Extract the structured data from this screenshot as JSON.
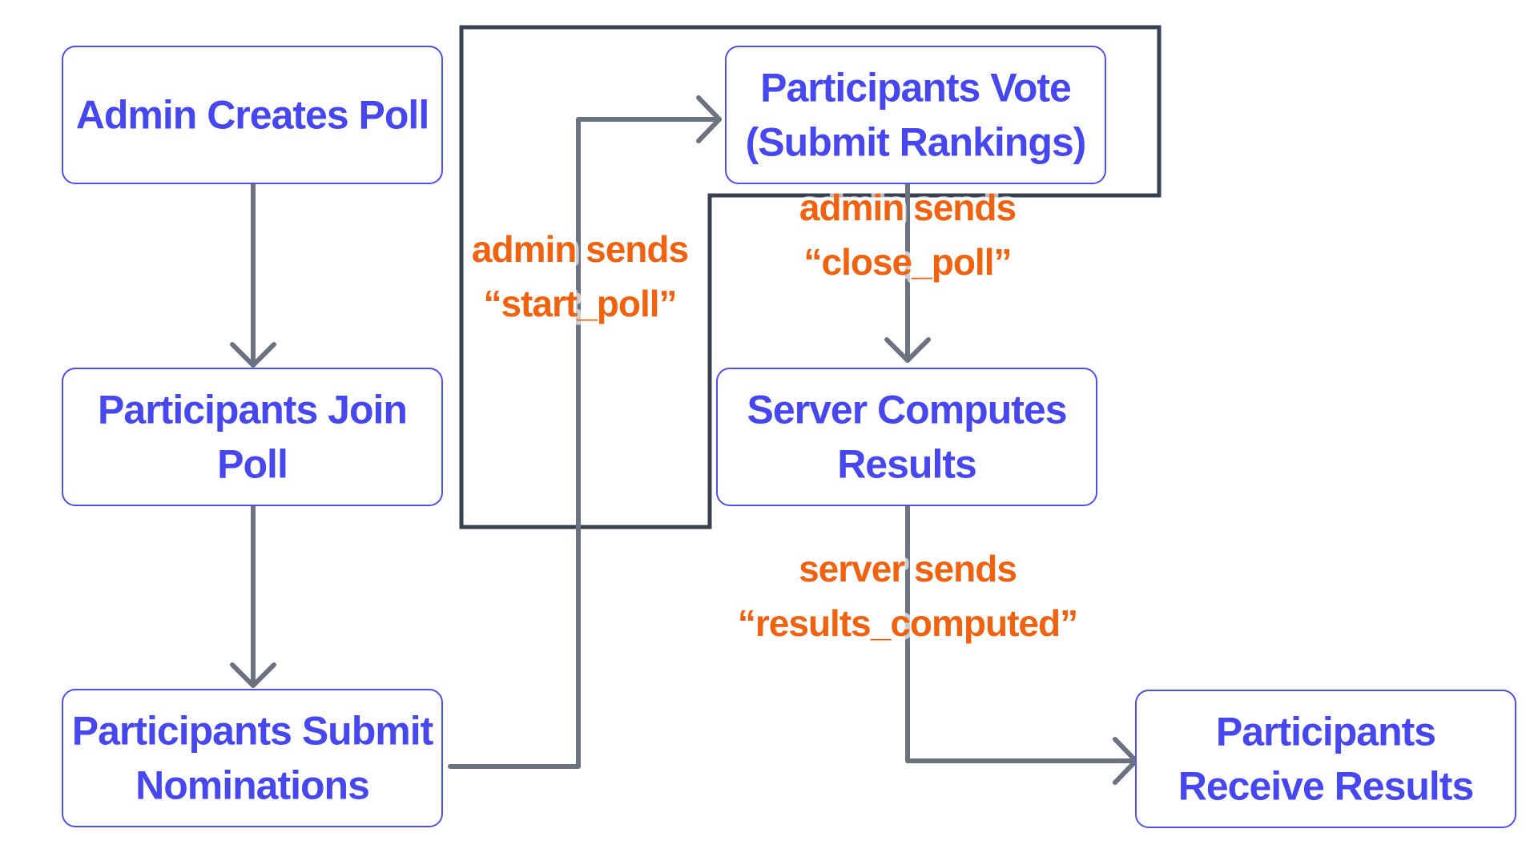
{
  "colors": {
    "node_text": "#4747F0",
    "node_border": "#4F4FF0",
    "node_fill": "#FFFFFF",
    "arrow": "#6B7280",
    "label_text": "#F0620F",
    "frame": "#374151"
  },
  "nodes": {
    "admin_creates": {
      "lines": [
        "Admin Creates Poll"
      ]
    },
    "join": {
      "lines": [
        "Participants Join",
        "Poll"
      ]
    },
    "submit_nominations": {
      "lines": [
        "Participants Submit",
        "Nominations"
      ]
    },
    "vote": {
      "lines": [
        "Participants Vote",
        "(Submit Rankings)"
      ]
    },
    "compute": {
      "lines": [
        "Server Computes",
        "Results"
      ]
    },
    "receive": {
      "lines": [
        "Participants",
        "Receive Results"
      ]
    }
  },
  "edge_labels": {
    "start_poll": [
      "admin sends",
      "“start_poll”"
    ],
    "close_poll": [
      "admin sends",
      "“close_poll”"
    ],
    "results_computed": [
      "server sends",
      "“results_computed”"
    ]
  }
}
